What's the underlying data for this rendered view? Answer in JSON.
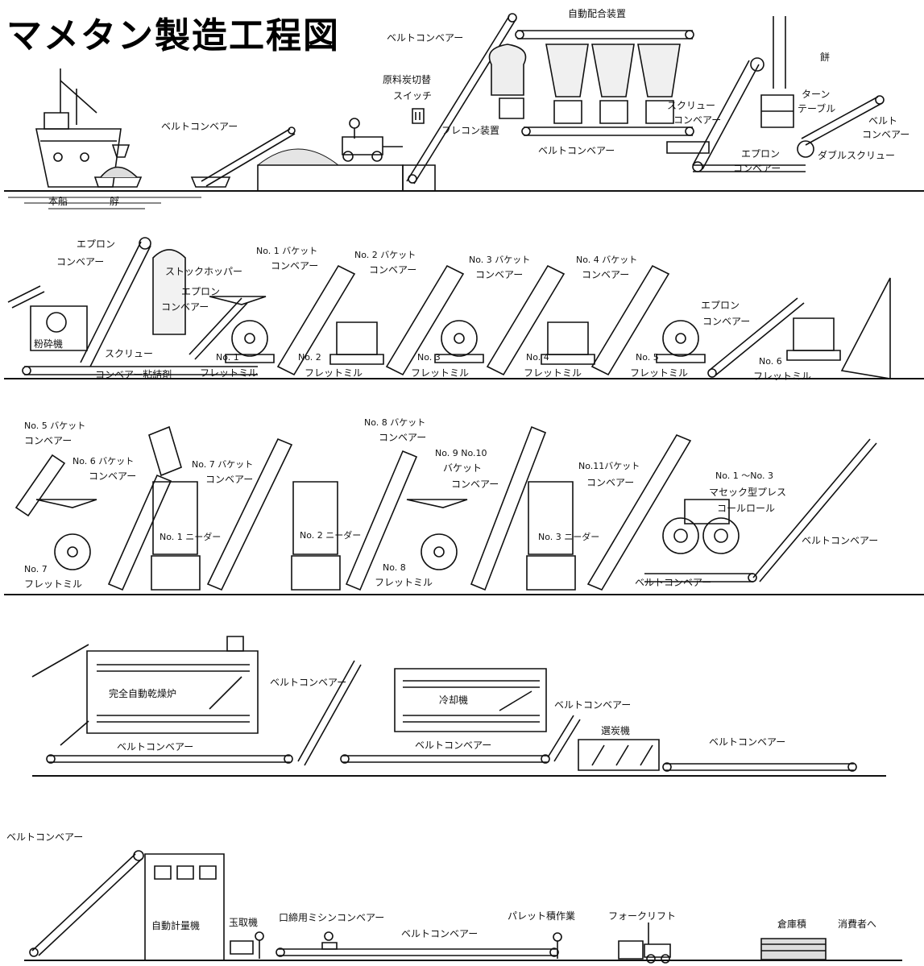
{
  "title": "マメタン製造工程図",
  "row1": {
    "honsen": "本船",
    "hashike": "艀",
    "belt_a": "ベルトコンベアー",
    "belt_b": "ベルトコンベアー",
    "genryo": "原料炭切替",
    "switch": "スイッチ",
    "furekon": "フレコン装置",
    "jidou_haigou": "自動配合装置",
    "belt_c": "ベルトコンベアー",
    "screw1": "スクリュー",
    "screw2": "コンベアー",
    "apron1": "エプロン",
    "apron2": "コンベアー",
    "turn1": "ターン",
    "turn2": "テーブル",
    "mochi": "餅",
    "belt_d1": "ベルト",
    "belt_d2": "コンベアー",
    "double_screw": "ダブルスクリュー"
  },
  "row2": {
    "apron1": "エプロン",
    "apron2": "コンベアー",
    "stock_hopper": "ストックホッパー",
    "apron3": "エプロン",
    "apron4": "コンベアー",
    "funsaiki": "粉砕機",
    "screw": "スクリュー",
    "conveyor_binder": "コンベアー粘結剤",
    "b1a": "No. 1 バケット",
    "b1b": "コンベアー",
    "b2a": "No. 2 バケット",
    "b2b": "コンベアー",
    "b3a": "No. 3 バケット",
    "b3b": "コンベアー",
    "b4a": "No. 4 バケット",
    "b4b": "コンベアー",
    "apron5": "エプロン",
    "apron6": "コンベアー",
    "m1a": "No. 1",
    "m1b": "フレットミル",
    "m2a": "No. 2",
    "m2b": "フレットミル",
    "m3a": "No. 3",
    "m3b": "フレットミル",
    "m4a": "No. 4",
    "m4b": "フレットミル",
    "m5a": "No. 5",
    "m5b": "フレットミル",
    "m6a": "No. 6",
    "m6b": "フレットミル"
  },
  "row3": {
    "b5a": "No. 5 バケット",
    "b5b": "コンベアー",
    "b6a": "No. 6 バケット",
    "b6b": "コンベアー",
    "b7a": "No. 7 バケット",
    "b7b": "コンベアー",
    "b8a": "No. 8 バケット",
    "b8b": "コンベアー",
    "b910a": "No. 9 No.10",
    "b910b": "バケット",
    "b910c": "コンベアー",
    "b11a": "No.11バケット",
    "b11b": "コンベアー",
    "press1": "No. 1 ～No. 3",
    "press2": "マセック型プレス",
    "press3": "コールロール",
    "belt_e": "ベルトコンベアー",
    "belt_f": "ベルトコンベアー",
    "kneader1": "No. 1 ニーダー",
    "kneader2": "No. 2 ニーダー",
    "kneader3": "No. 3 ニーダー",
    "m7a": "No. 7",
    "m7b": "フレットミル",
    "m8a": "No. 8",
    "m8b": "フレットミル"
  },
  "row4": {
    "dryer": "完全自動乾燥炉",
    "belt_g": "ベルトコンベアー",
    "belt_h": "ベルトコンベアー",
    "cooler": "冷却機",
    "belt_i": "ベルトコンベアー",
    "belt_j": "ベルトコンベアー",
    "sentanki": "選炭機",
    "belt_k": "ベルトコンベアー"
  },
  "row5": {
    "belt_l": "ベルトコンベアー",
    "scale": "自動計量機",
    "tamatori": "玉取機",
    "kuchijime": "口締用ミシンコンベアー",
    "belt_m": "ベルトコンベアー",
    "pallet": "パレット積作業",
    "forklift": "フォークリフト",
    "souko": "倉庫積",
    "shouhisha": "消費者へ"
  },
  "icons": [
    "ship-icon",
    "barge-icon",
    "tractor-icon",
    "hopper-icon",
    "bucket-conveyor-icon",
    "fret-mill-icon",
    "kneader-icon",
    "press-roll-icon",
    "dryer-icon",
    "cooler-icon",
    "screen-icon",
    "scale-icon",
    "worker-icon",
    "forklift-icon",
    "bag-stack-icon"
  ]
}
